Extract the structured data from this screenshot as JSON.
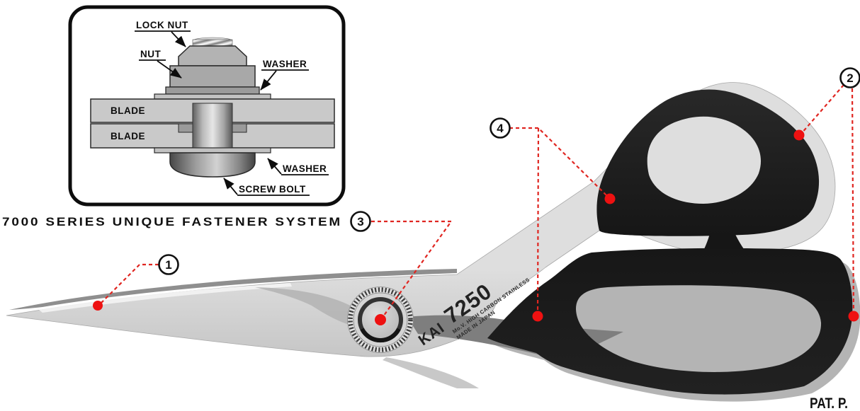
{
  "caption": {
    "text": "7000 SERIES UNIQUE FASTENER SYSTEM"
  },
  "inset": {
    "labels": {
      "lock_nut": "LOCK NUT",
      "nut": "NUT",
      "washer_top": "WASHER",
      "blade_top": "BLADE",
      "blade_bottom": "BLADE",
      "washer_bottom": "WASHER",
      "screw_bolt": "SCREW BOLT"
    }
  },
  "callouts": {
    "c1": "1",
    "c2": "2",
    "c3": "3",
    "c4": "4"
  },
  "blade_markings": {
    "brand": "KAI",
    "model": "7250",
    "steel": "Mo.V. HIGH CARBON STAINLESS",
    "origin": "MADE IN JAPAN"
  },
  "patent_note": "PAT. P.",
  "colors": {
    "callout_red": "#e02621",
    "dot_red": "#ee1111",
    "blade_gray": "#cfcfcf",
    "dark_blade_gray": "#7e7e7e",
    "handle_black": "#1c1c1c",
    "shadow_gray": "#b4b4b4"
  }
}
